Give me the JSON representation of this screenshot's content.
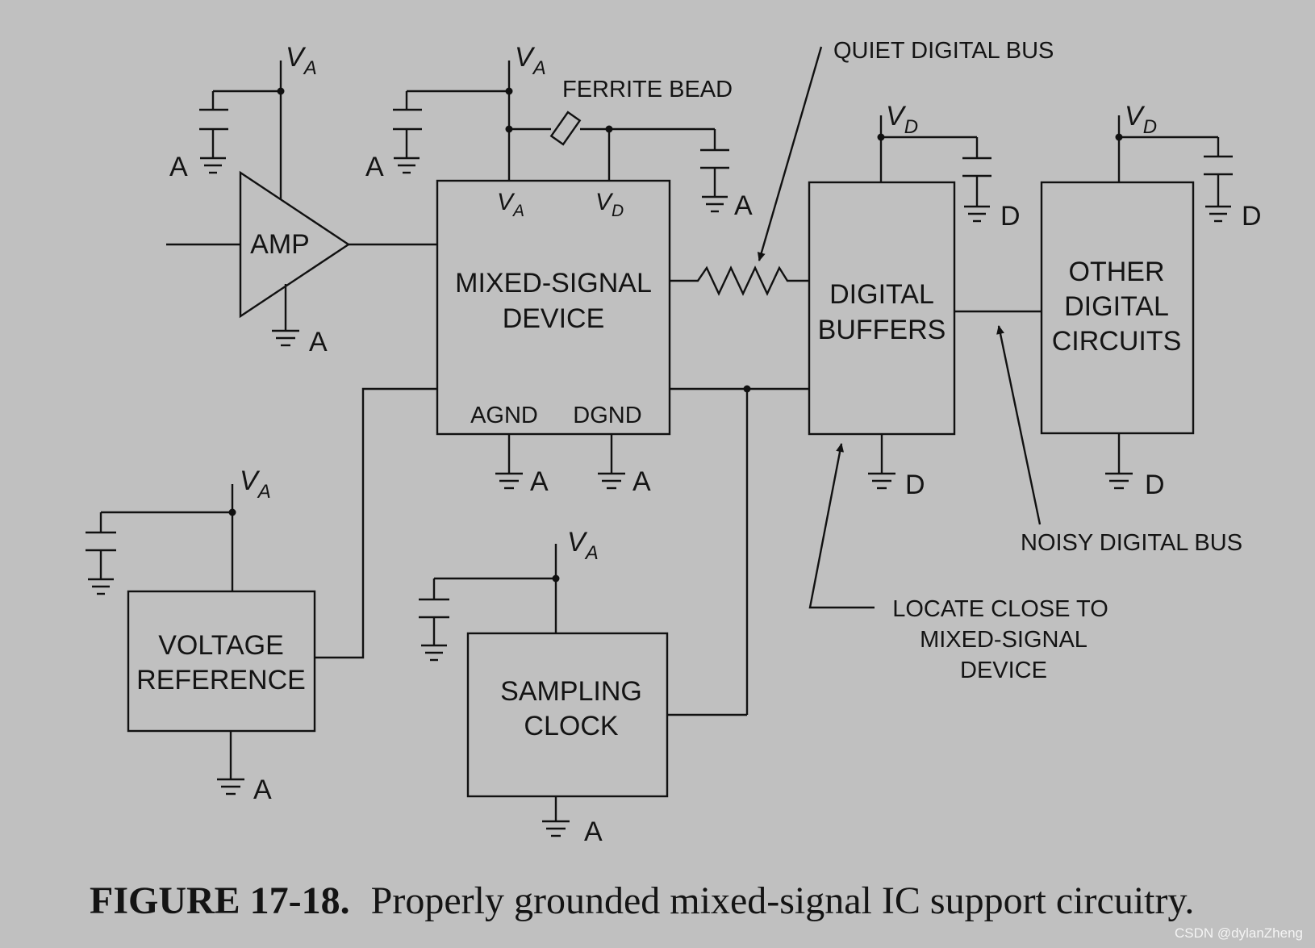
{
  "diagram": {
    "blocks": {
      "amp": "AMP",
      "mixed_signal_line1": "MIXED-SIGNAL",
      "mixed_signal_line2": "DEVICE",
      "digital_buffers_line1": "DIGITAL",
      "digital_buffers_line2": "BUFFERS",
      "other_digital_line1": "OTHER",
      "other_digital_line2": "DIGITAL",
      "other_digital_line3": "CIRCUITS",
      "voltage_ref_line1": "VOLTAGE",
      "voltage_ref_line2": "REFERENCE",
      "sampling_clock_line1": "SAMPLING",
      "sampling_clock_line2": "CLOCK"
    },
    "pins": {
      "agnd": "AGND",
      "dgnd": "DGND",
      "va_pin": "V",
      "va_pin_sub": "A",
      "vd_pin": "V",
      "vd_pin_sub": "D"
    },
    "supplies": {
      "v": "V",
      "analog_sub": "A",
      "digital_sub": "D"
    },
    "ground_labels": {
      "analog": "A",
      "digital": "D"
    },
    "annotations": {
      "ferrite_bead": "FERRITE BEAD",
      "quiet_bus": "QUIET DIGITAL BUS",
      "noisy_bus": "NOISY DIGITAL BUS",
      "locate_line1": "LOCATE CLOSE TO",
      "locate_line2": "MIXED-SIGNAL",
      "locate_line3": "DEVICE"
    }
  },
  "caption": {
    "number": "FIGURE 17-18.",
    "text": "Properly grounded mixed-signal IC support circuitry."
  },
  "watermark": "CSDN @dylanZheng"
}
